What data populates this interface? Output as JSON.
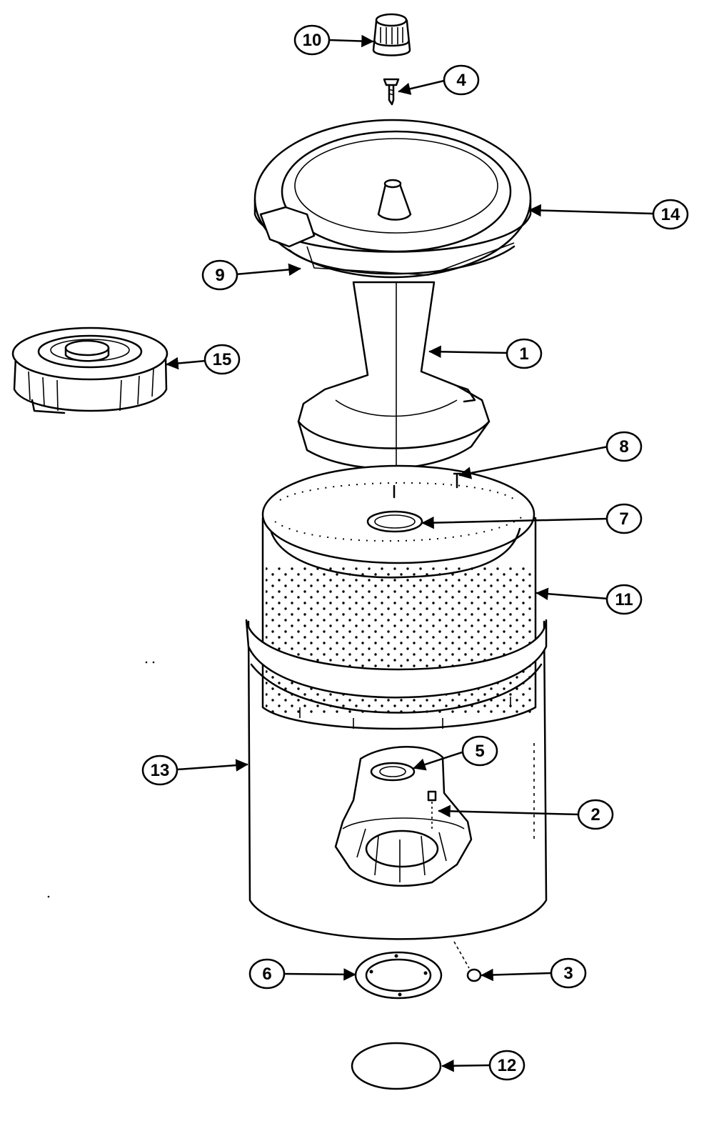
{
  "diagram": {
    "type": "exploded-parts-view",
    "callouts": [
      {
        "id": "10",
        "label": "10",
        "part": "cap"
      },
      {
        "id": "4",
        "label": "4",
        "part": "screw"
      },
      {
        "id": "14",
        "label": "14",
        "part": "tub-cover-ring"
      },
      {
        "id": "9",
        "label": "9",
        "part": "seal-band"
      },
      {
        "id": "15",
        "label": "15",
        "part": "fabric-softener-dispenser"
      },
      {
        "id": "1",
        "label": "1",
        "part": "agitator"
      },
      {
        "id": "8",
        "label": "8",
        "part": "screw"
      },
      {
        "id": "7",
        "label": "7",
        "part": "ring"
      },
      {
        "id": "11",
        "label": "11",
        "part": "spin-basket"
      },
      {
        "id": "13",
        "label": "13",
        "part": "outer-tub"
      },
      {
        "id": "5",
        "label": "5",
        "part": "seal"
      },
      {
        "id": "2",
        "label": "2",
        "part": "screw"
      },
      {
        "id": "6",
        "label": "6",
        "part": "gasket"
      },
      {
        "id": "3",
        "label": "3",
        "part": "plug"
      },
      {
        "id": "12",
        "label": "12",
        "part": "belt"
      }
    ]
  }
}
